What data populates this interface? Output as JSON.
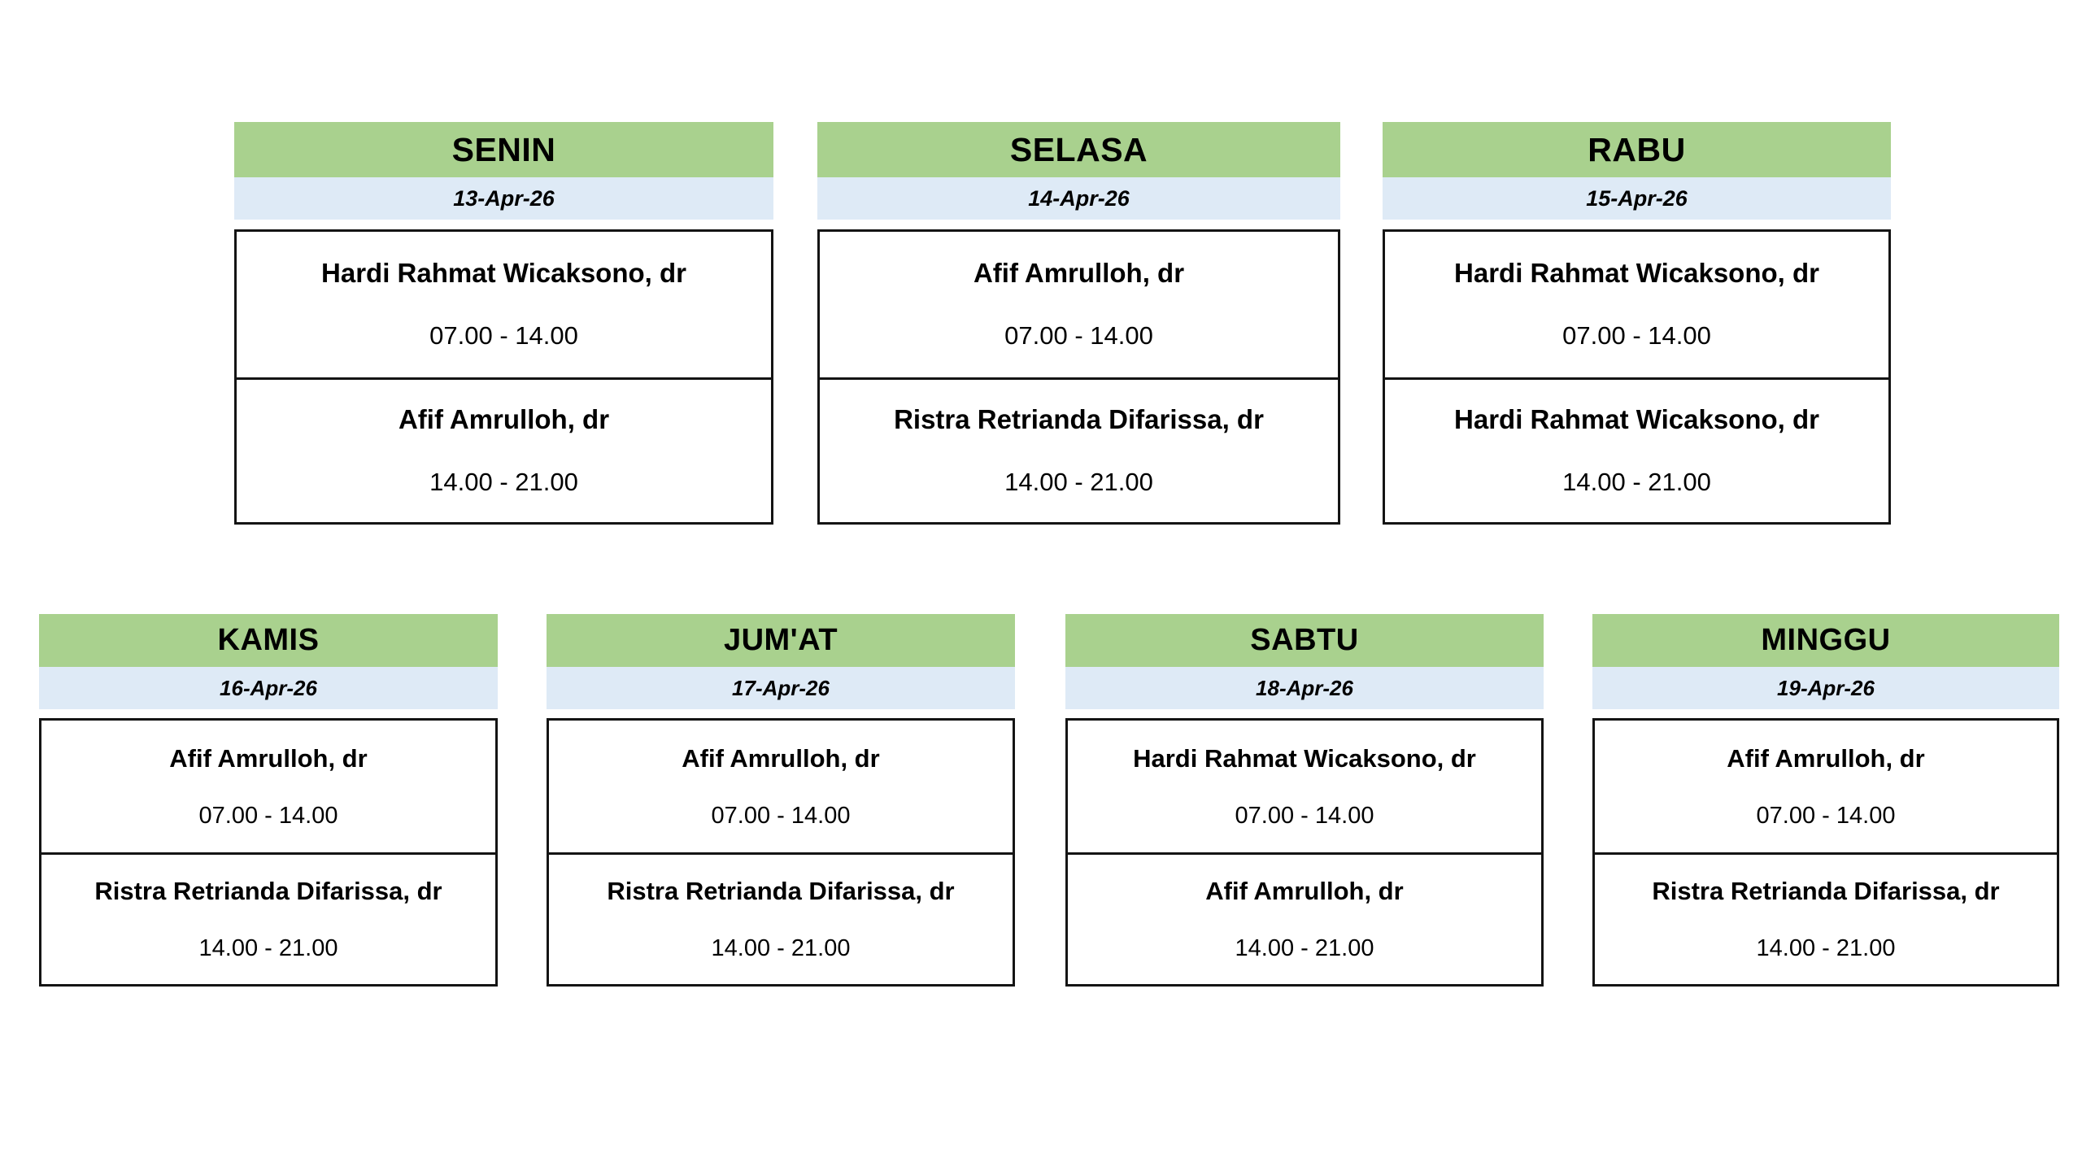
{
  "schedule": {
    "shift_labels": {
      "morning": "07.00 - 14.00",
      "afternoon": "14.00 - 21.00"
    },
    "colors": {
      "day_header_green": "#A9D18E",
      "date_band_blue": "#DEEAF6",
      "border_black": "#141414",
      "card_background": "#FFFFFF"
    },
    "week_rows": [
      {
        "days": [
          {
            "day_name": "SENIN",
            "date": "13-Apr-26",
            "shifts": [
              {
                "doctor": "Hardi Rahmat Wicaksono, dr",
                "time": "07.00 - 14.00"
              },
              {
                "doctor": "Afif Amrulloh, dr",
                "time": "14.00 - 21.00"
              }
            ]
          },
          {
            "day_name": "SELASA",
            "date": "14-Apr-26",
            "shifts": [
              {
                "doctor": "Afif Amrulloh, dr",
                "time": "07.00 - 14.00"
              },
              {
                "doctor": "Ristra Retrianda Difarissa, dr",
                "time": "14.00 - 21.00"
              }
            ]
          },
          {
            "day_name": "RABU",
            "date": "15-Apr-26",
            "shifts": [
              {
                "doctor": "Hardi Rahmat Wicaksono, dr",
                "time": "07.00 - 14.00"
              },
              {
                "doctor": "Hardi Rahmat Wicaksono, dr",
                "time": "14.00 - 21.00"
              }
            ]
          }
        ]
      },
      {
        "days": [
          {
            "day_name": "KAMIS",
            "date": "16-Apr-26",
            "shifts": [
              {
                "doctor": "Afif Amrulloh, dr",
                "time": "07.00 - 14.00"
              },
              {
                "doctor": "Ristra Retrianda Difarissa, dr",
                "time": "14.00 - 21.00"
              }
            ]
          },
          {
            "day_name": "JUM'AT",
            "date": "17-Apr-26",
            "shifts": [
              {
                "doctor": "Afif Amrulloh, dr",
                "time": "07.00 - 14.00"
              },
              {
                "doctor": "Ristra Retrianda Difarissa, dr",
                "time": "14.00 - 21.00"
              }
            ]
          },
          {
            "day_name": "SABTU",
            "date": "18-Apr-26",
            "shifts": [
              {
                "doctor": "Hardi Rahmat Wicaksono, dr",
                "time": "07.00 - 14.00"
              },
              {
                "doctor": "Afif Amrulloh, dr",
                "time": "14.00 - 21.00"
              }
            ]
          },
          {
            "day_name": "MINGGU",
            "date": "19-Apr-26",
            "shifts": [
              {
                "doctor": "Afif Amrulloh, dr",
                "time": "07.00 - 14.00"
              },
              {
                "doctor": "Ristra Retrianda Difarissa, dr",
                "time": "14.00 - 21.00"
              }
            ]
          }
        ]
      }
    ]
  }
}
